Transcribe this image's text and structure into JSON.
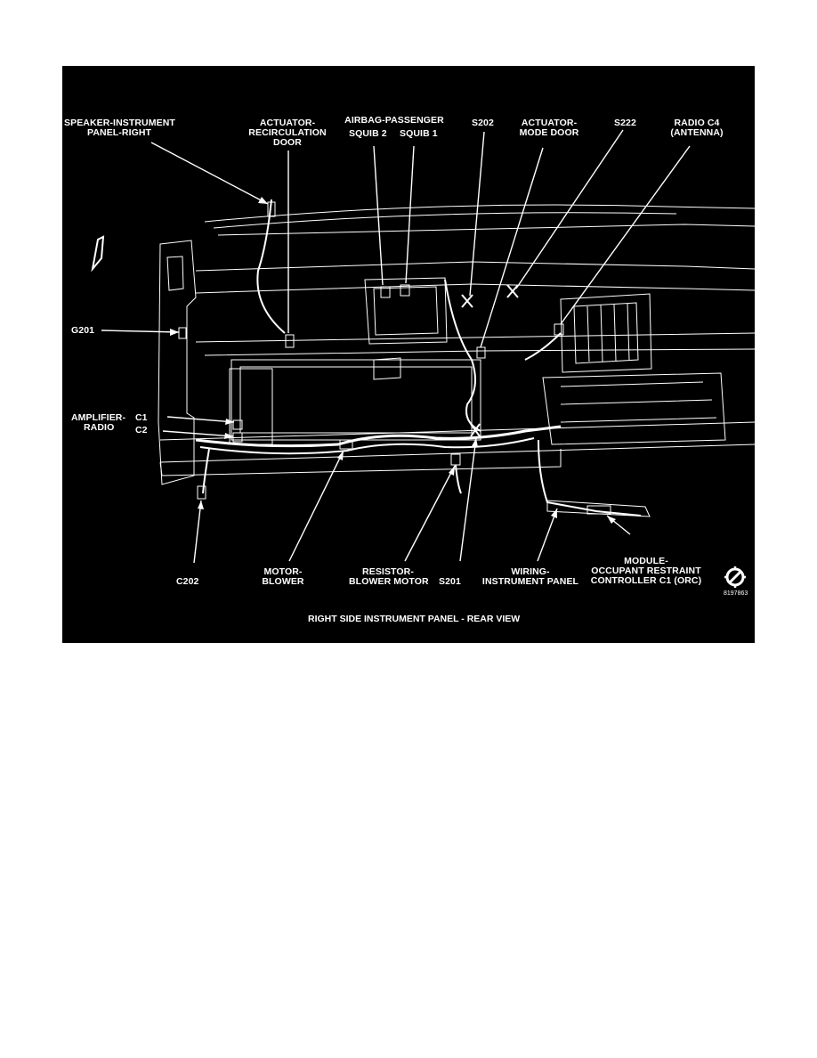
{
  "diagram": {
    "caption": "RIGHT SIDE INSTRUMENT PANEL - REAR VIEW",
    "figure_id": "8197863",
    "colors": {
      "background": "#000000",
      "linework": "#ffffff"
    },
    "icons": [
      "chrysler-service-logo-icon"
    ],
    "labels": {
      "speaker": [
        "SPEAKER-INSTRUMENT",
        "PANEL-RIGHT"
      ],
      "actuator_recirc": [
        "ACTUATOR-",
        "RECIRCULATION",
        "DOOR"
      ],
      "airbag": [
        "AIRBAG-PASSENGER"
      ],
      "squib2": "SQUIB 2",
      "squib1": "SQUIB 1",
      "s202": "S202",
      "actuator_mode": [
        "ACTUATOR-",
        "MODE DOOR"
      ],
      "s222": "S222",
      "radio_c4": [
        "RADIO C4",
        "(ANTENNA)"
      ],
      "g201": "G201",
      "amplifier": [
        "AMPLIFIER-",
        "RADIO"
      ],
      "c1": "C1",
      "c2": "C2",
      "c202": "C202",
      "motor_blower": [
        "MOTOR-",
        "BLOWER"
      ],
      "resistor": [
        "RESISTOR-",
        "BLOWER MOTOR"
      ],
      "s201": "S201",
      "wiring": [
        "WIRING-",
        "INSTRUMENT PANEL"
      ],
      "module_orc": [
        "MODULE-",
        "OCCUPANT RESTRAINT",
        "CONTROLLER C1 (ORC)"
      ]
    }
  }
}
